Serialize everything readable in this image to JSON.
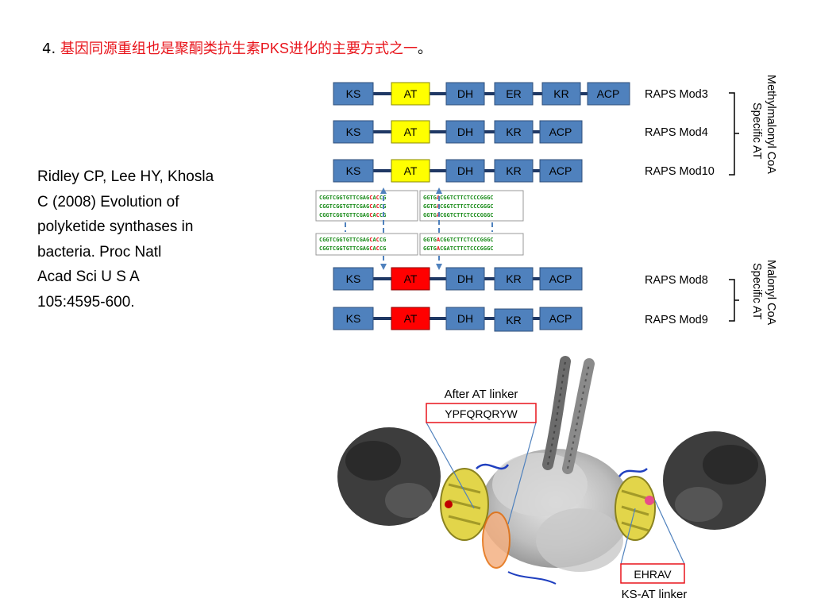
{
  "title": {
    "number": "4.",
    "text": "基因同源重组也是聚酮类抗生素",
    "pks": "PKS",
    "text2": "进化的主要方式之一",
    "period": "。"
  },
  "citation": {
    "lines": [
      "Ridley CP, Lee HY, Khosla",
      "C (2008) Evolution of",
      "polyketide synthases in",
      "bacteria. Proc Natl",
      "Acad Sci U S A",
      "105:4595-600."
    ]
  },
  "colors": {
    "domain_blue": "#4f81bd",
    "at_yellow": "#ffff00",
    "at_red": "#ff0000",
    "linker": "#1f3864"
  },
  "modules": [
    {
      "label": "RAPS Mod3",
      "domains": [
        "KS",
        "AT",
        "DH",
        "ER",
        "KR",
        "ACP"
      ],
      "at_color": "yellow"
    },
    {
      "label": "RAPS Mod4",
      "domains": [
        "KS",
        "AT",
        "DH",
        "KR",
        "ACP"
      ],
      "at_color": "yellow"
    },
    {
      "label": "RAPS Mod10",
      "domains": [
        "KS",
        "AT",
        "DH",
        "KR",
        "ACP"
      ],
      "at_color": "yellow"
    },
    {
      "label": "RAPS Mod8",
      "domains": [
        "KS",
        "AT",
        "DH",
        "KR",
        "ACP"
      ],
      "at_color": "red"
    },
    {
      "label": "RAPS Mod9",
      "domains": [
        "KS",
        "AT",
        "DH",
        "KR",
        "ACP"
      ],
      "at_color": "red"
    }
  ],
  "groups": {
    "methylmalonyl": [
      "Methylmalonyl CoA",
      "Specific AT"
    ],
    "malonyl": [
      "Malonyl  CoA",
      "Specific AT"
    ]
  },
  "sequences": {
    "top_left": [
      "CGGTCGGTGTTCGAGCACCG",
      "CGGTCGGTGTTCGAGCACCG",
      "CGGTCGGTGTTCGAGCACCG"
    ],
    "top_right": [
      "GGTGACGGTCTTCTCCCGGGC",
      "GGTGACGGTCTTCTCCCGGGC",
      "GGTGACGGTCTTCTCCCGGGC"
    ],
    "bottom_left": [
      "CGGTCGGTGTTCGAGCACCG",
      "CGGTCGGTGTTCGAGCACCG"
    ],
    "bottom_right": [
      "GGTGACGGTCTTCTCCCGGGC",
      "GGTGACGATCTTCTCCCGGGC"
    ]
  },
  "structure": {
    "after_at_linker_label": "After AT linker",
    "after_at_linker_seq": "YPFQRQRYW",
    "ks_at_linker_seq": "EHRAV",
    "ks_at_linker_label": "KS-AT linker"
  }
}
